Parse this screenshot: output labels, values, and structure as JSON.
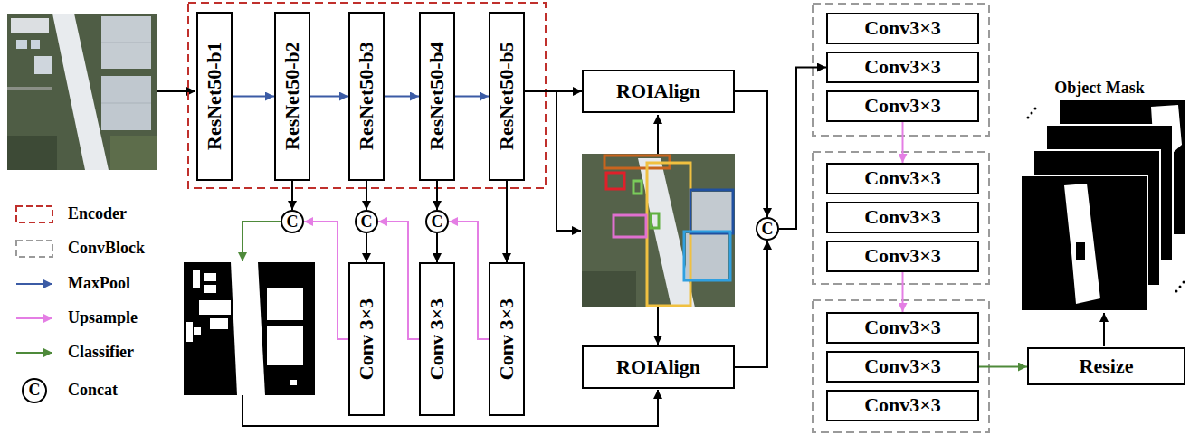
{
  "diagram": {
    "nodes": [
      {
        "text": [
          "ResNet50-b1"
        ]
      },
      {
        "text": [
          "ResNet50-b2"
        ]
      },
      {
        "text": [
          "ResNet50-b3"
        ]
      },
      {
        "text": [
          "ResNet50-b4"
        ]
      },
      {
        "text": [
          "ResNet50-b5"
        ]
      },
      {
        "text": [
          "C"
        ]
      },
      {
        "text": [
          "C"
        ]
      },
      {
        "text": [
          "C"
        ]
      },
      {
        "text": [
          "Conv 3×3"
        ]
      },
      {
        "text": [
          "Conv 3×3"
        ]
      },
      {
        "text": [
          "Conv 3×3"
        ]
      },
      {
        "text": [
          "ROIAlign"
        ]
      },
      {
        "text": [
          "ROIAlign"
        ]
      },
      {
        "text": [
          "C"
        ]
      },
      {
        "text": [
          "Conv3×3"
        ]
      },
      {
        "text": [
          "Conv3×3"
        ]
      },
      {
        "text": [
          "Conv3×3"
        ]
      },
      {
        "text": [
          "Conv3×3"
        ]
      },
      {
        "text": [
          "Conv3×3"
        ]
      },
      {
        "text": [
          "Conv3×3"
        ]
      },
      {
        "text": [
          "Conv3×3"
        ]
      },
      {
        "text": [
          "Conv3×3"
        ]
      },
      {
        "text": [
          "Conv3×3"
        ]
      },
      {
        "text": [
          "Resize"
        ]
      }
    ],
    "edges": [
      {
        "from": 0,
        "to": 1,
        "arrow": "to"
      },
      {
        "from": 1,
        "to": 2,
        "arrow": "to"
      },
      {
        "from": 2,
        "to": 3,
        "arrow": "to"
      },
      {
        "from": 3,
        "to": 4,
        "arrow": "to"
      },
      {
        "from": 1,
        "to": 5,
        "arrow": "to"
      },
      {
        "from": 2,
        "to": 6,
        "arrow": "to"
      },
      {
        "from": 3,
        "to": 7,
        "arrow": "to"
      },
      {
        "from": 4,
        "to": 10,
        "arrow": "to"
      },
      {
        "from": 10,
        "to": 7,
        "arrow": "to"
      },
      {
        "from": 7,
        "to": 9,
        "arrow": "to"
      },
      {
        "from": 9,
        "to": 6,
        "arrow": "to"
      },
      {
        "from": 6,
        "to": 8,
        "arrow": "to"
      },
      {
        "from": 8,
        "to": 5,
        "arrow": "to"
      },
      {
        "from": 4,
        "to": 11,
        "arrow": "to"
      },
      {
        "from": 11,
        "to": 13,
        "arrow": "to"
      },
      {
        "from": 12,
        "to": 13,
        "arrow": "to"
      },
      {
        "from": 13,
        "to": 15,
        "arrow": "to"
      },
      {
        "from": 16,
        "to": 17,
        "arrow": "to"
      },
      {
        "from": 19,
        "to": 20,
        "arrow": "to"
      },
      {
        "from": 21,
        "to": 23,
        "arrow": "to"
      }
    ],
    "labels": [
      "Object Mask",
      "C"
    ],
    "legend": [
      {
        "text": "Encoder"
      },
      {
        "text": "ConvBlock"
      },
      {
        "text": "MaxPool"
      },
      {
        "text": "Upsample"
      },
      {
        "text": "Classifier"
      },
      {
        "text": "Concat"
      }
    ]
  }
}
